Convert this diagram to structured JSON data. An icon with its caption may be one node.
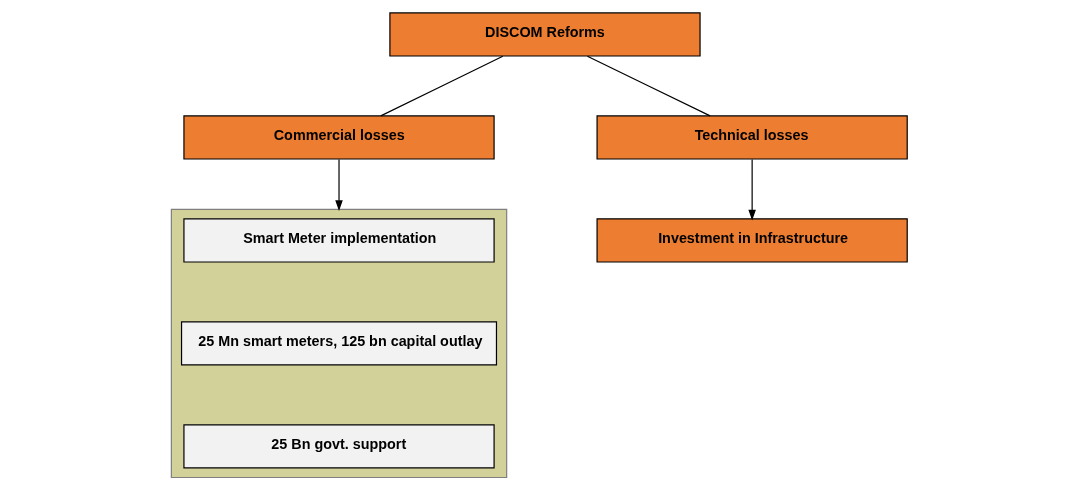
{
  "diagram": {
    "nodes": [
      {
        "text": [
          "DISCOM Reforms"
        ]
      },
      {
        "text": [
          "Commercial losses"
        ]
      },
      {
        "text": [
          "Technical losses"
        ]
      },
      {
        "text": [],
        "shape": "box"
      },
      {
        "text": [
          "Smart Meter implementation"
        ],
        "in": 3
      },
      {
        "text": [
          "25 Mn smart meters, 125 bn capital outlay"
        ],
        "in": 3
      },
      {
        "text": [
          "25 Bn govt. support"
        ],
        "in": 3
      },
      {
        "text": [
          "Investment in Infrastructure"
        ]
      }
    ],
    "edges": [
      {
        "from": 0,
        "to": 1,
        "arrow": "none"
      },
      {
        "from": 0,
        "to": 2,
        "arrow": "none"
      },
      {
        "from": 1,
        "to": 3,
        "arrow": "to"
      },
      {
        "from": 2,
        "to": 7,
        "arrow": "to"
      }
    ]
  }
}
